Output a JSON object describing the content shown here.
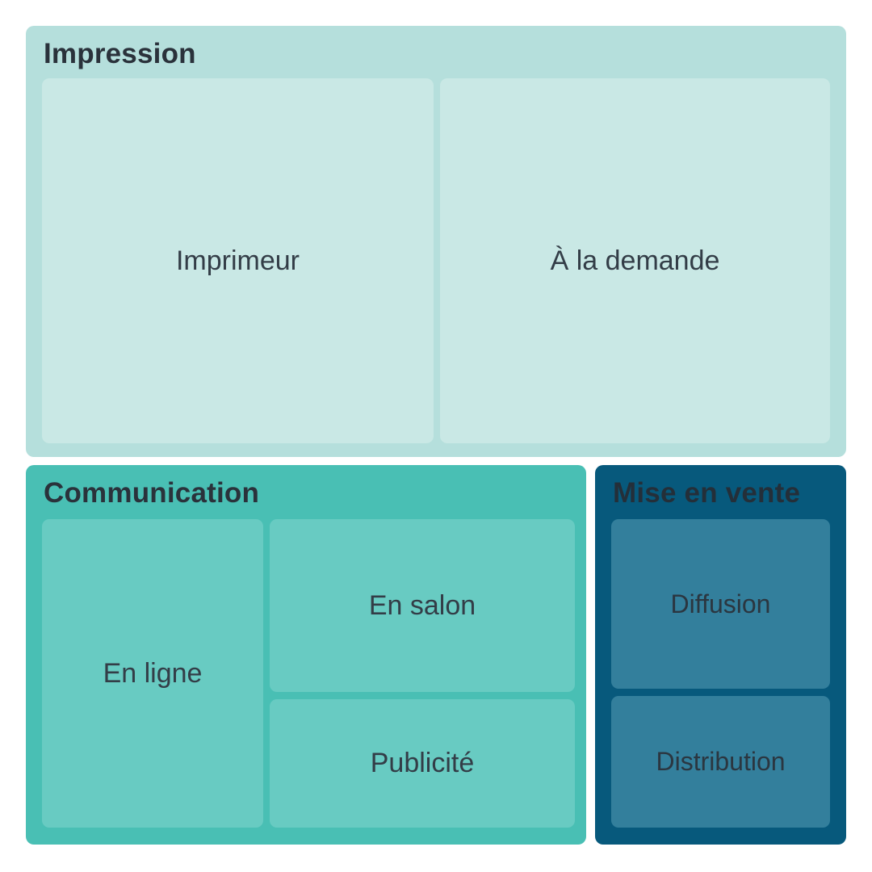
{
  "canvas": {
    "background": "#ffffff"
  },
  "treemap": {
    "groups": [
      {
        "id": "impression",
        "label": "Impression",
        "group_color": "#b5dfdc",
        "tile_color": "#c9e8e5",
        "children": [
          {
            "id": "imprimeur",
            "label": "Imprimeur"
          },
          {
            "id": "a-la-demande",
            "label": "À la demande"
          }
        ]
      },
      {
        "id": "communication",
        "label": "Communication",
        "group_color": "#49bfb4",
        "tile_color": "#68cbc2",
        "children": [
          {
            "id": "en-ligne",
            "label": "En ligne"
          },
          {
            "id": "en-salon",
            "label": "En salon"
          },
          {
            "id": "publicite",
            "label": "Publicité"
          }
        ]
      },
      {
        "id": "mise-en-vente",
        "label": "Mise en vente",
        "group_color": "#07597c",
        "tile_color": "#337f9c",
        "children": [
          {
            "id": "diffusion",
            "label": "Diffusion"
          },
          {
            "id": "distribution",
            "label": "Distribution"
          }
        ]
      }
    ]
  },
  "text_colors": {
    "group_title": "#2a323b",
    "tile_label": "#333d47"
  }
}
